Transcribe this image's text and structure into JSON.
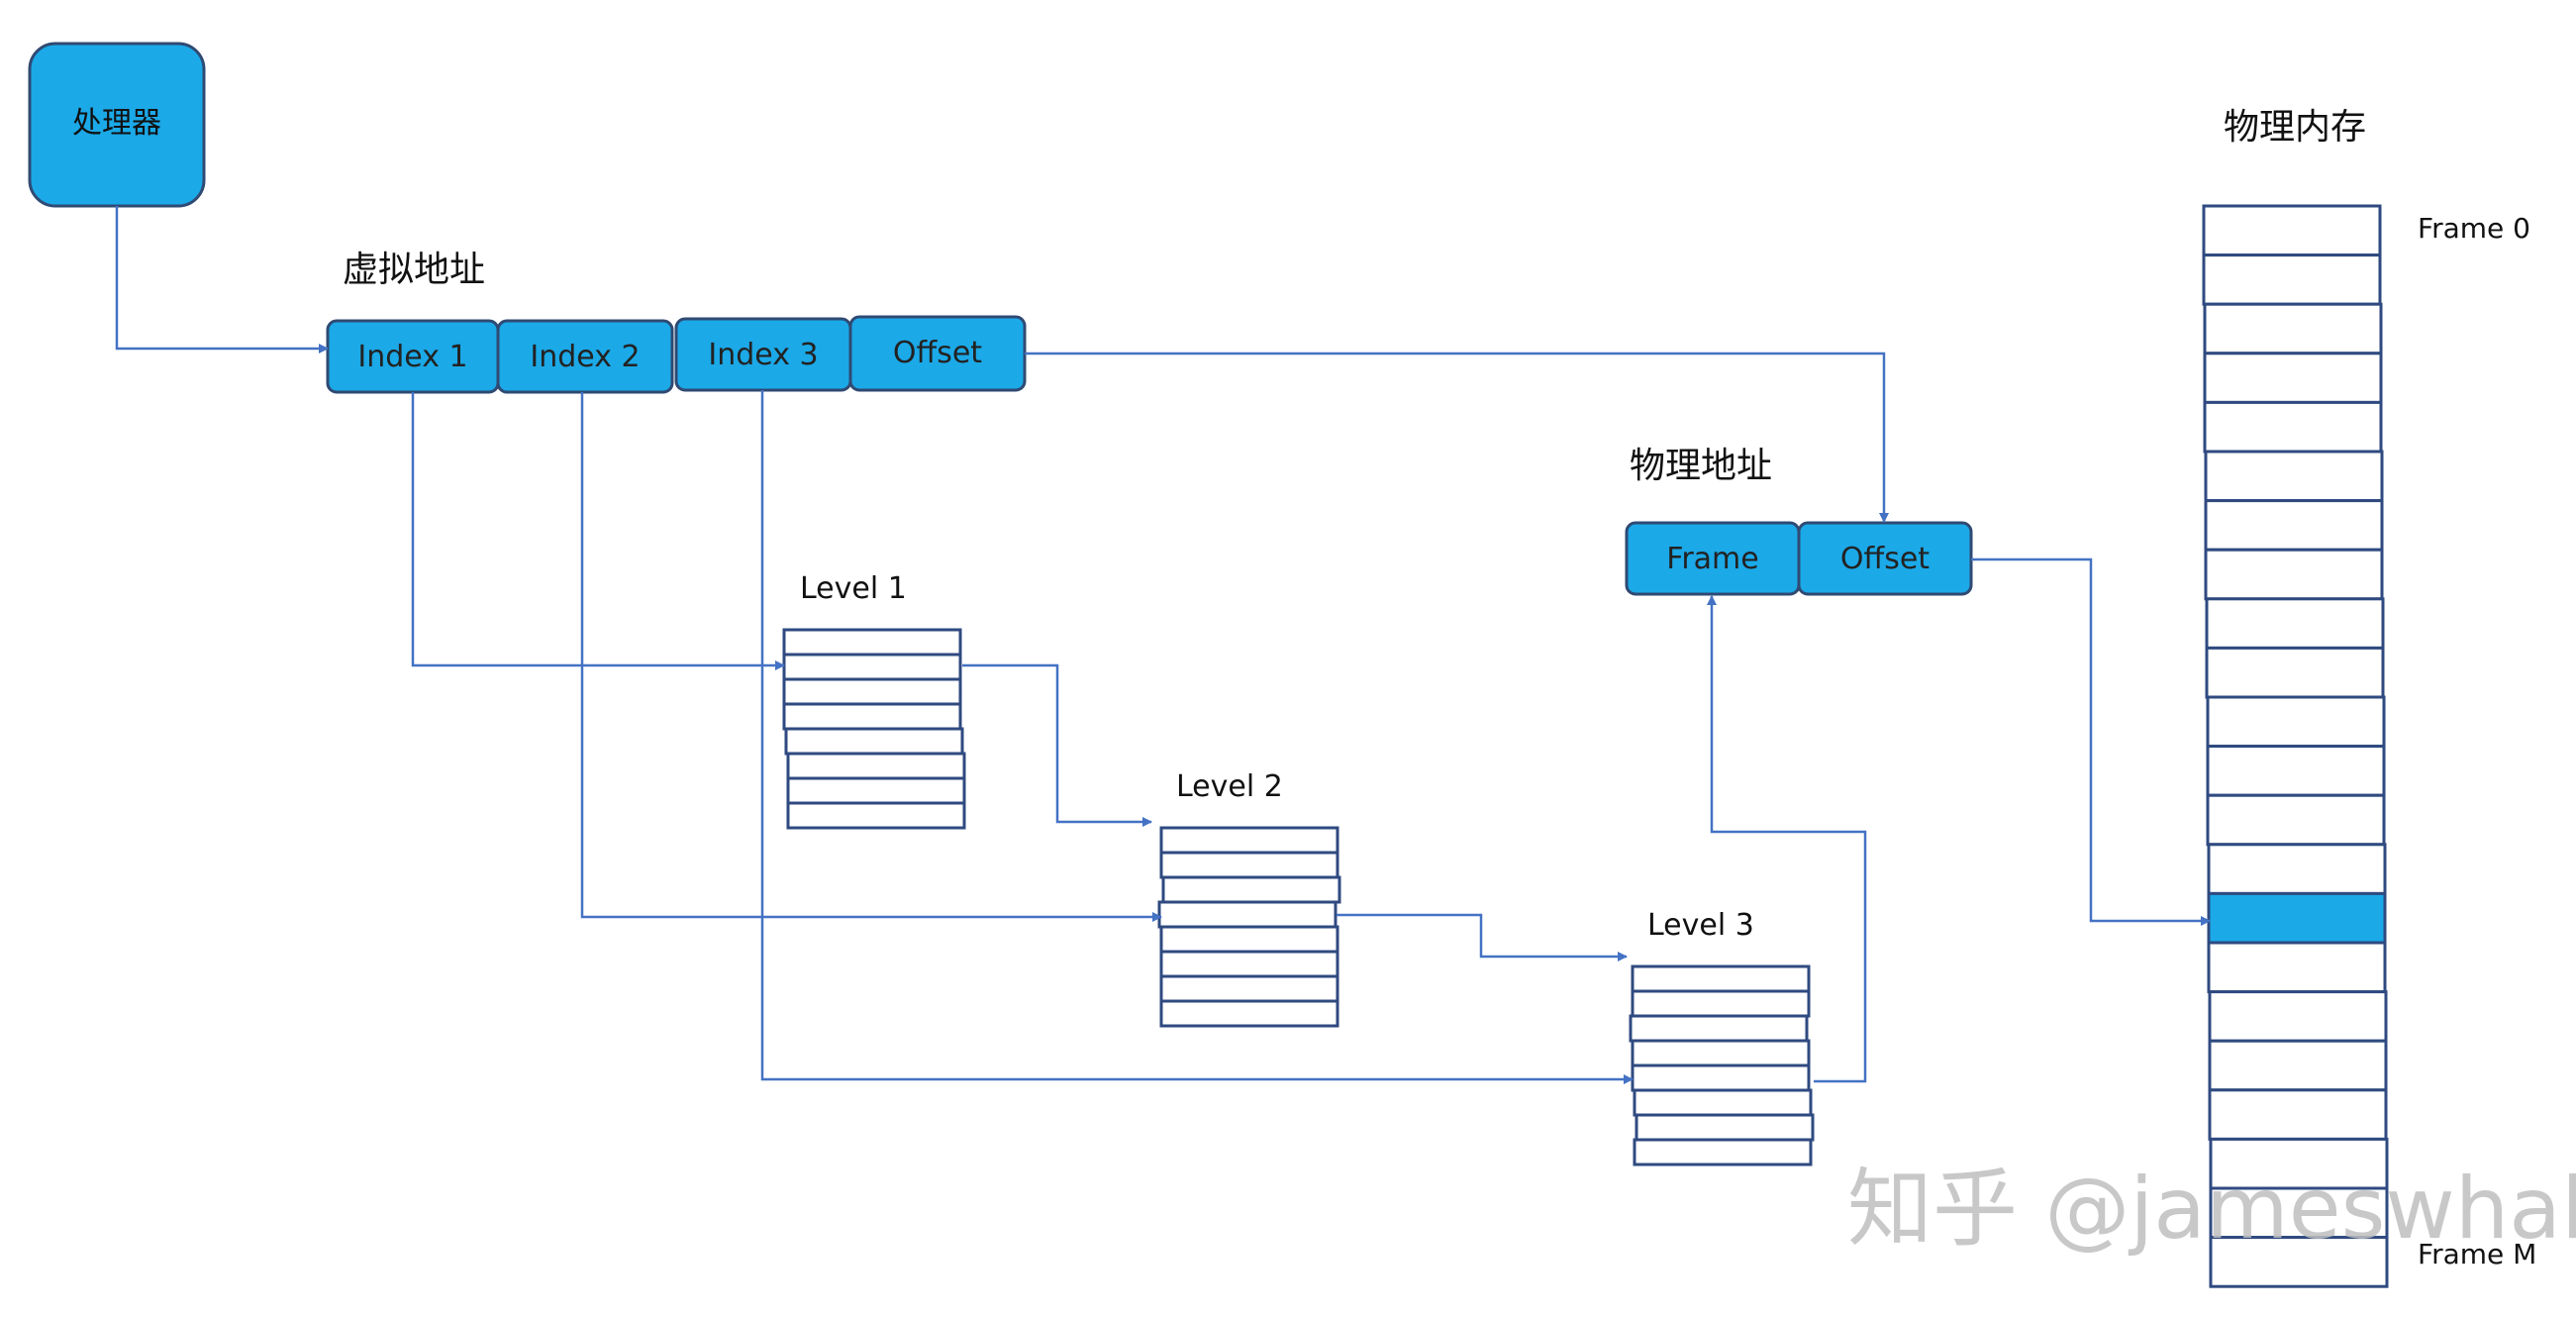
{
  "colors": {
    "box_fill": "#1ba9e8",
    "box_stroke": "#2f4a73",
    "table_stroke": "#2f4a80",
    "arrow": "#4472c4",
    "highlight": "#1ba9e8"
  },
  "processor": {
    "label": "处理器"
  },
  "virtual_address": {
    "title": "虚拟地址",
    "fields": [
      "Index 1",
      "Index 2",
      "Index 3",
      "Offset"
    ]
  },
  "physical_address": {
    "title": "物理地址",
    "fields": [
      "Frame",
      "Offset"
    ]
  },
  "page_tables": [
    {
      "label": "Level 1",
      "entries": 8
    },
    {
      "label": "Level 2",
      "entries": 8
    },
    {
      "label": "Level 3",
      "entries": 8
    }
  ],
  "physical_memory": {
    "title": "物理内存",
    "first_frame_label": "Frame 0",
    "last_frame_label": "Frame M",
    "frame_count": 22,
    "highlighted_frame": 14
  },
  "watermark": "知乎 @jameswhale"
}
